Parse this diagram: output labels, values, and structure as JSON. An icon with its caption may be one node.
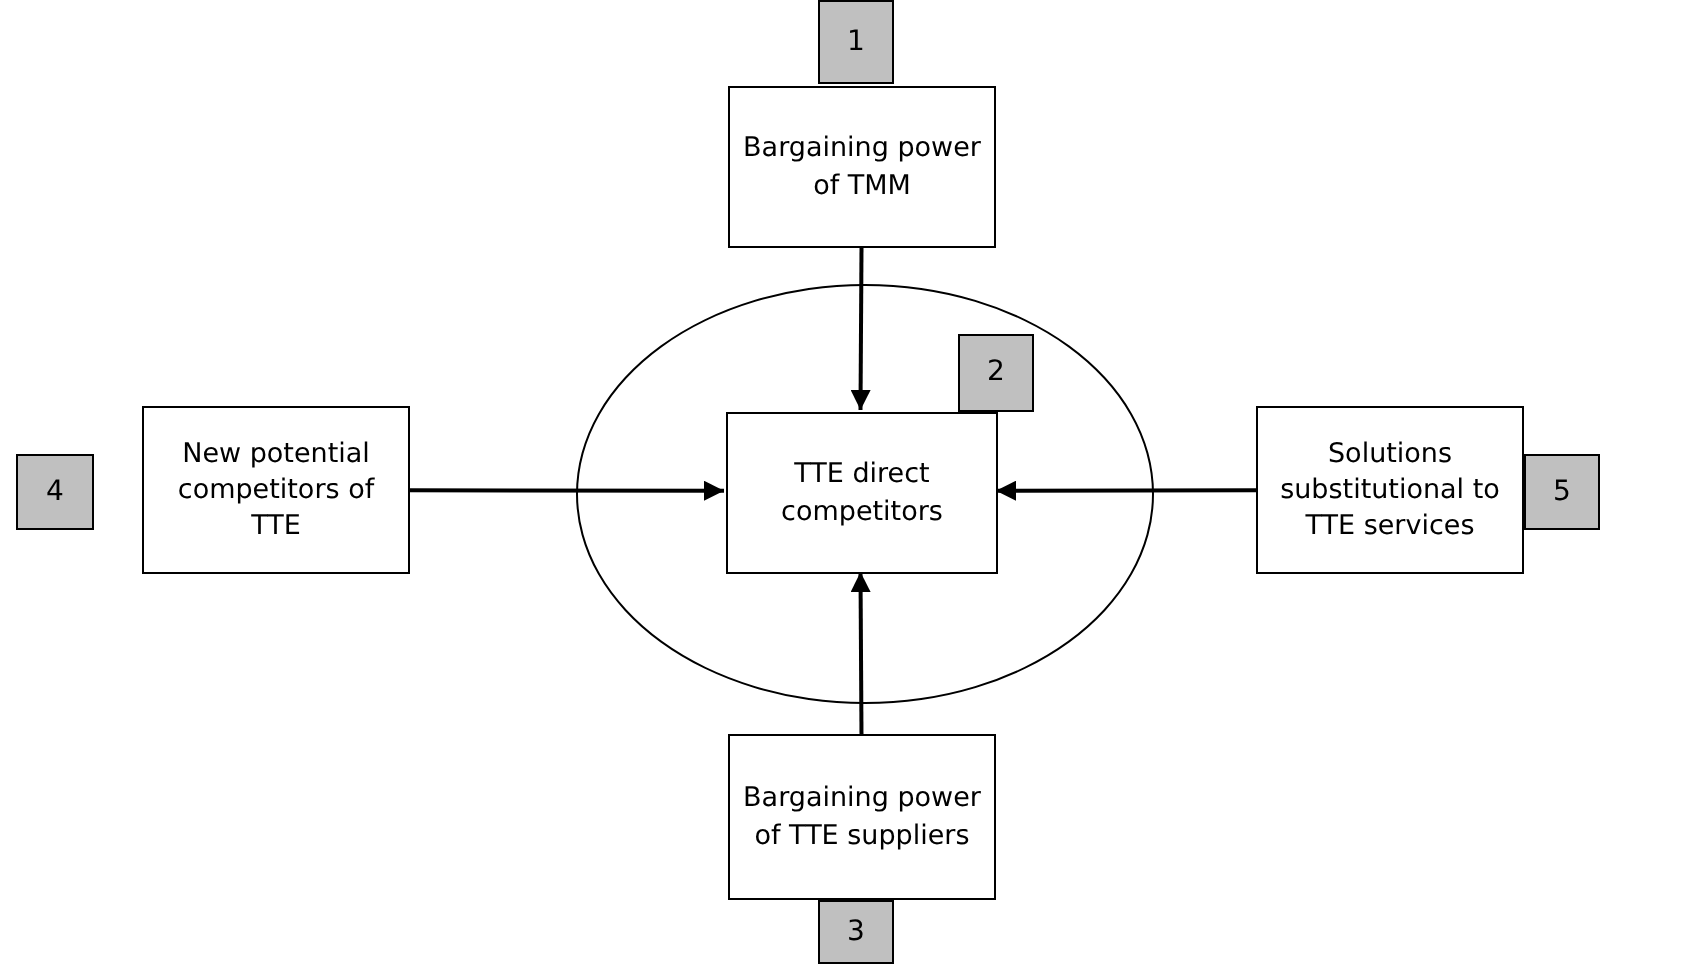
{
  "diagram": {
    "nodes": [
      {
        "text": [
          "1"
        ]
      },
      {
        "text": [
          "Bargaining power of TMM"
        ]
      },
      {
        "text": [],
        "shape": "ellipse"
      },
      {
        "text": [
          "2"
        ],
        "in": 2
      },
      {
        "text": [
          "TTE direct competitors"
        ],
        "in": 2
      },
      {
        "text": [
          "4"
        ]
      },
      {
        "text": [
          "New potential competitors of TTE"
        ]
      },
      {
        "text": [
          "Solutions substitutional to TTE services"
        ]
      },
      {
        "text": [
          "5"
        ]
      },
      {
        "text": [
          "Bargaining power of TTE suppliers"
        ]
      },
      {
        "text": [
          "3"
        ]
      }
    ],
    "edges": [
      {
        "from": 1,
        "to": 4,
        "arrow": "to"
      },
      {
        "from": 6,
        "to": 4,
        "arrow": "to"
      },
      {
        "from": 7,
        "to": 4,
        "arrow": "to"
      },
      {
        "from": 9,
        "to": 4,
        "arrow": "to"
      }
    ]
  }
}
